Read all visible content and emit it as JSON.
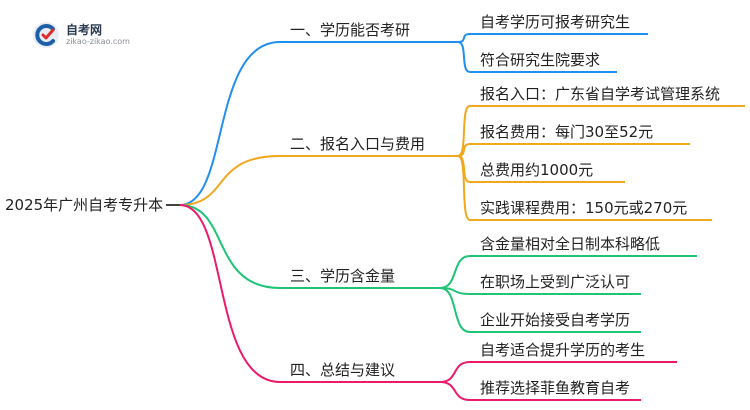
{
  "logo": {
    "name_cn": "自考网",
    "domain": "zikao-zikao.com",
    "icon": "zikao-logo-icon"
  },
  "mindmap": {
    "root": "2025年广州自考专升本",
    "branches": [
      {
        "label": "一、学历能否考研",
        "color": "#1f8ff0",
        "children": [
          "自考学历可报考研究生",
          "符合研究生院要求"
        ]
      },
      {
        "label": "二、报名入口与费用",
        "color": "#f0a81e",
        "children": [
          "报名入口：广东省自学考试管理系统",
          "报名费用：每门30至52元",
          "总费用约1000元",
          "实践课程费用：150元或270元"
        ]
      },
      {
        "label": "三、学历含金量",
        "color": "#1fc476",
        "children": [
          "含金量相对全日制本科略低",
          "在职场上受到广泛认可",
          "企业开始接受自考学历"
        ]
      },
      {
        "label": "四、总结与建议",
        "color": "#ec1a6b",
        "children": [
          "自考适合提升学历的考生",
          "推荐选择菲鱼教育自考"
        ]
      }
    ]
  }
}
